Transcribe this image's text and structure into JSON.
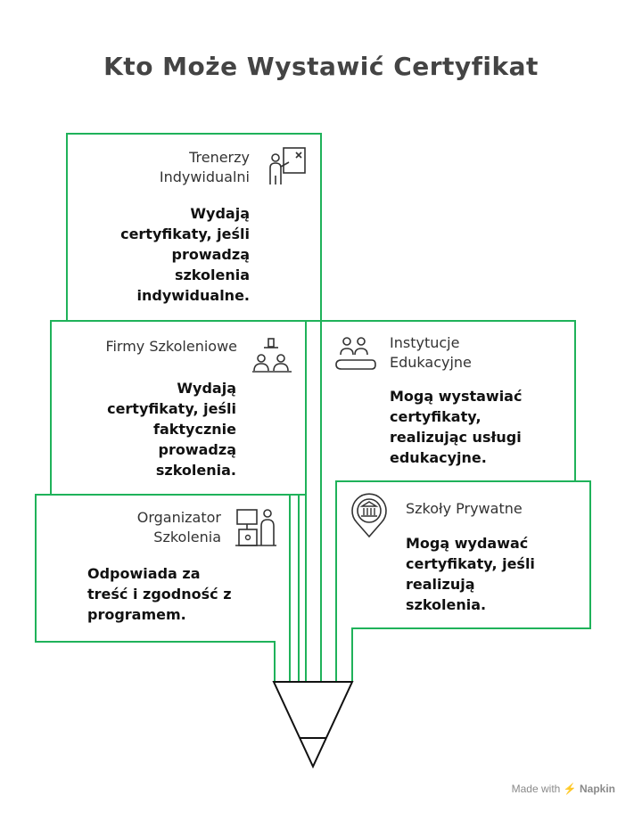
{
  "title": "Kto Może Wystawić Certyfikat",
  "accent_color": "#1fb25a",
  "cards": {
    "trainers": {
      "label": "Trenerzy\nIndywidualni",
      "description": "Wydają\ncertyfikaty, jeśli\nprowadzą\nszkolenia\nindywidualne.",
      "icon": "presenter-board-icon"
    },
    "training_firms": {
      "label": "Firmy Szkoleniowe",
      "description": "Wydają\ncertyfikaty, jeśli\nfaktycznie\nprowadzą\nszkolenia.",
      "icon": "classroom-icon"
    },
    "organizer": {
      "label": "Organizator\nSzkolenia",
      "description": "Odpowiada za\ntreść i zgodność z\nprogramem.",
      "icon": "organizer-podium-icon"
    },
    "institutions": {
      "label": "Instytucje\nEdukacyjne",
      "description": "Mogą wystawiać\ncertyfikaty,\nrealizując usługi\nedukacyjne.",
      "icon": "group-people-icon"
    },
    "private_schools": {
      "label": "Szkoły Prywatne",
      "description": "Mogą wydawać\ncertyfikaty, jeśli\nrealizują\nszkolenia.",
      "icon": "school-location-icon"
    }
  },
  "footer": {
    "made_with": "Made with",
    "brand": "Napkin"
  }
}
